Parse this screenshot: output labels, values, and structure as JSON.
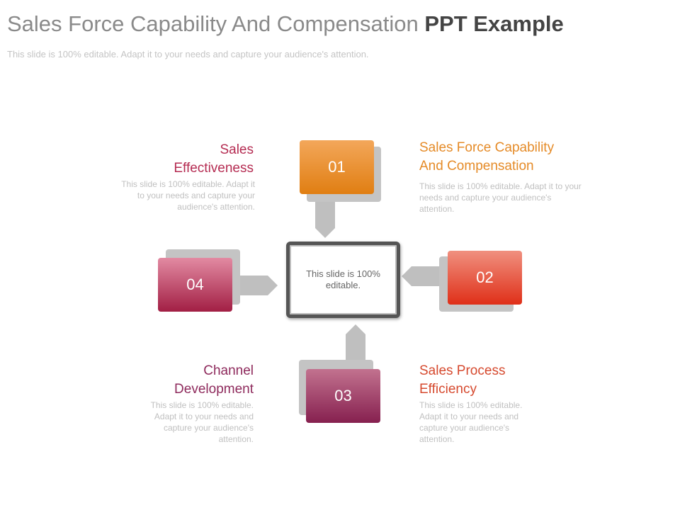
{
  "header": {
    "title_light": "Sales Force Capability And Compensation",
    "title_bold": "PPT Example",
    "subtitle": "This slide is 100% editable. Adapt it to your needs and capture your audience's attention."
  },
  "center": {
    "text": "This slide is 100% editable."
  },
  "steps": [
    {
      "number": "01",
      "heading": "Sales Force Capability And Compensation",
      "body": "This slide is 100% editable. Adapt it to your needs and capture your audience's attention."
    },
    {
      "number": "02",
      "heading": "Sales Process Efficiency",
      "body": "This slide is 100% editable. Adapt it to your needs and capture your audience's attention."
    },
    {
      "number": "03",
      "heading": "Channel Development",
      "body": "This slide is 100% editable. Adapt it to your needs and capture your audience's attention."
    },
    {
      "number": "04",
      "heading": "Sales Effectiveness",
      "body": "This slide is 100% editable. Adapt it to your needs and capture your audience's attention."
    }
  ],
  "colors": {
    "step_01": "#ea8a22",
    "step_02": "#e43b27",
    "step_03": "#8e2a5c",
    "step_04": "#b52c52",
    "arrow_gray": "#bfbfbf"
  }
}
